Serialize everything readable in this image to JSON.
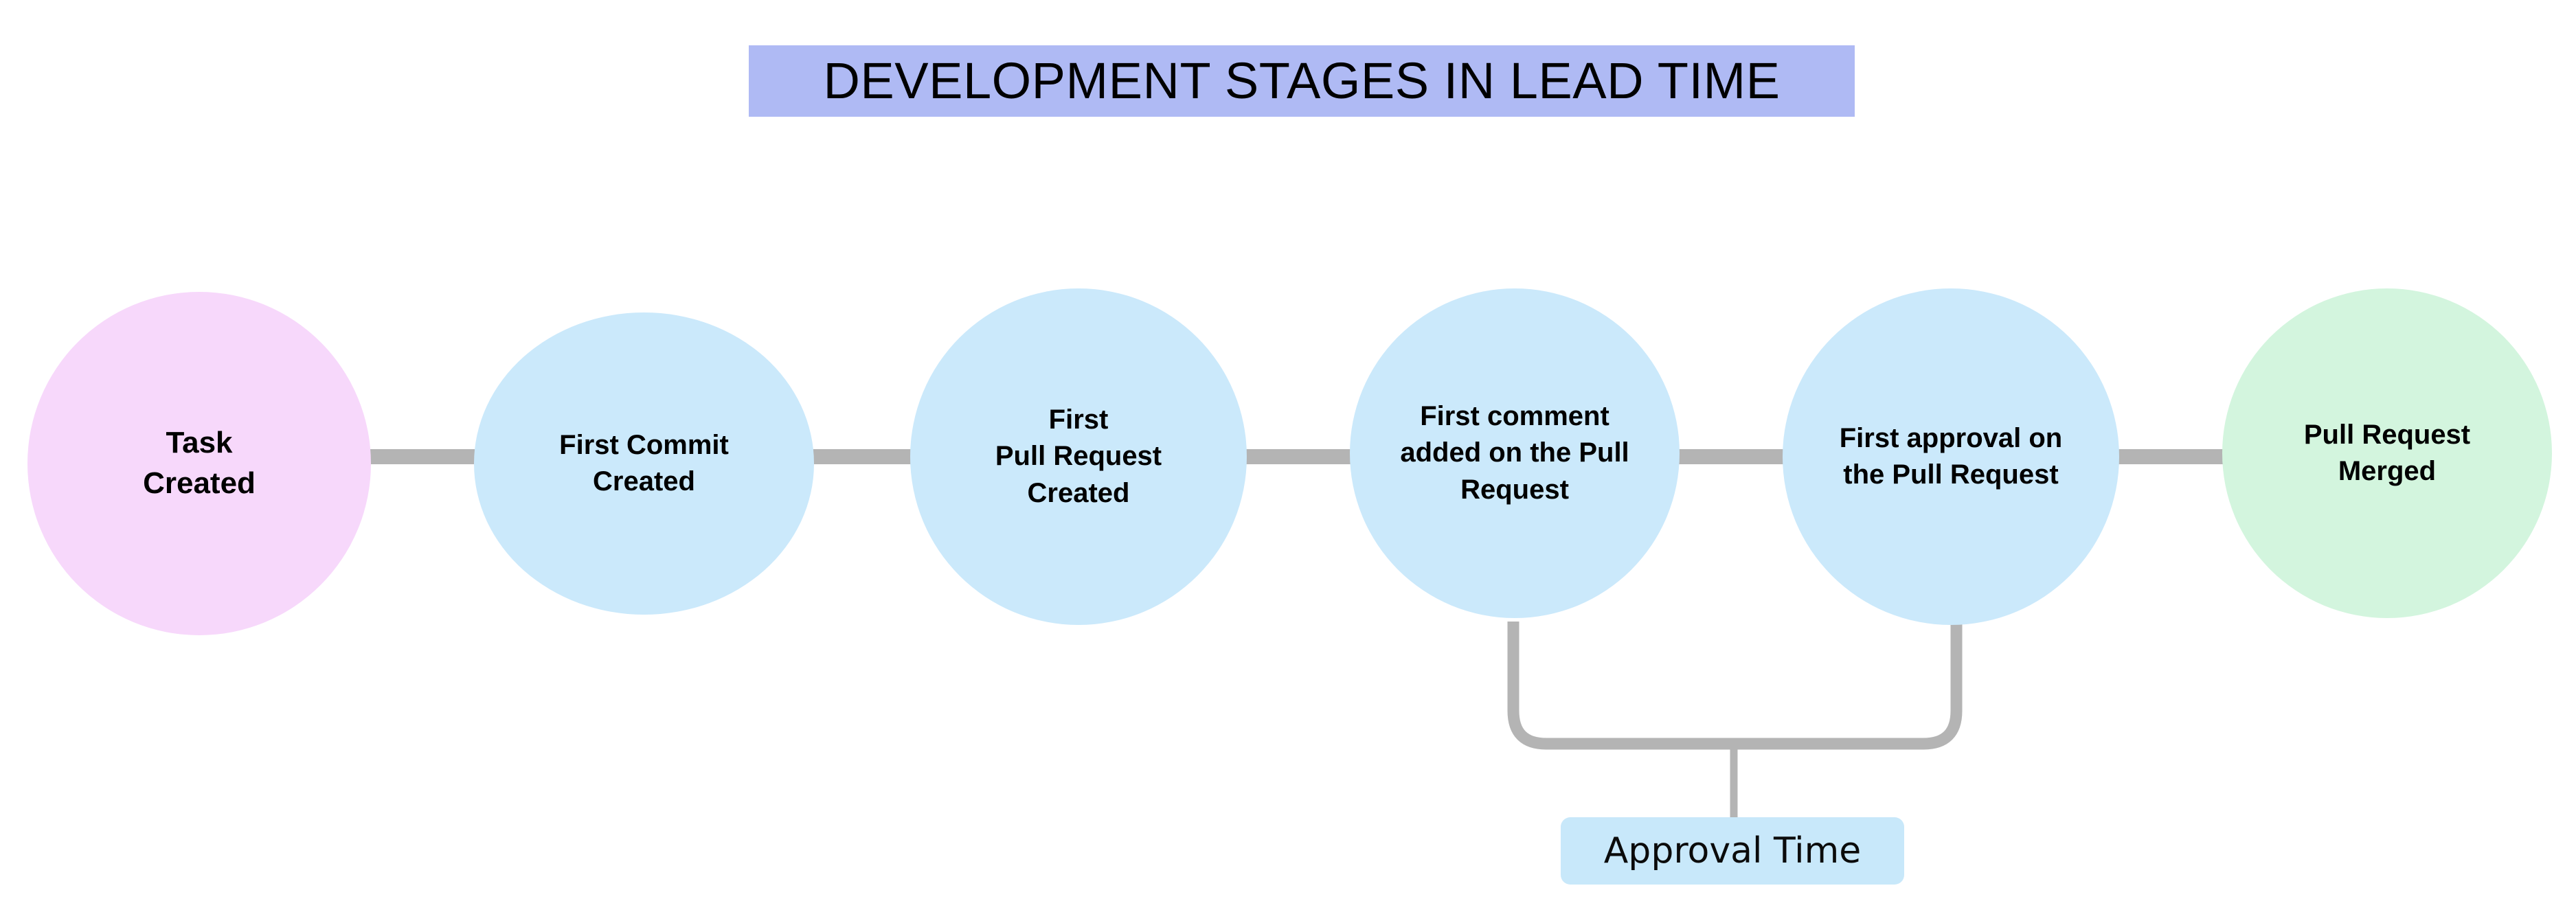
{
  "title": {
    "text": "DEVELOPMENT STAGES IN LEAD TIME",
    "background_color": "#afbaf4",
    "text_color": "#000000"
  },
  "diagram": {
    "type": "flow-timeline",
    "orientation": "horizontal",
    "connector_color": "#b4b4b4",
    "background_color": "#ffffff",
    "nodes": [
      {
        "id": "task-created",
        "label": "Task\nCreated",
        "shape": "circle",
        "color": "#f7d8fb"
      },
      {
        "id": "first-commit-created",
        "label": "First Commit\nCreated",
        "shape": "circle",
        "color": "#cbe9fb"
      },
      {
        "id": "first-pull-request-created",
        "label": "First\nPull Request\nCreated",
        "shape": "circle",
        "color": "#cbe9fb"
      },
      {
        "id": "first-comment-added",
        "label": "First comment\nadded on the Pull\nRequest",
        "shape": "circle",
        "color": "#cbe9fb"
      },
      {
        "id": "first-approval",
        "label": "First approval on\nthe Pull Request",
        "shape": "circle",
        "color": "#cbe9fb"
      },
      {
        "id": "pull-request-merged",
        "label": "Pull Request\nMerged",
        "shape": "circle",
        "color": "#d3f5de"
      }
    ],
    "span_annotations": [
      {
        "id": "approval-time",
        "label": "Approval Time",
        "from_node": "first-comment-added",
        "to_node": "first-approval",
        "background_color": "#c8e8fa",
        "text_color": "#0b0b0b"
      }
    ]
  }
}
